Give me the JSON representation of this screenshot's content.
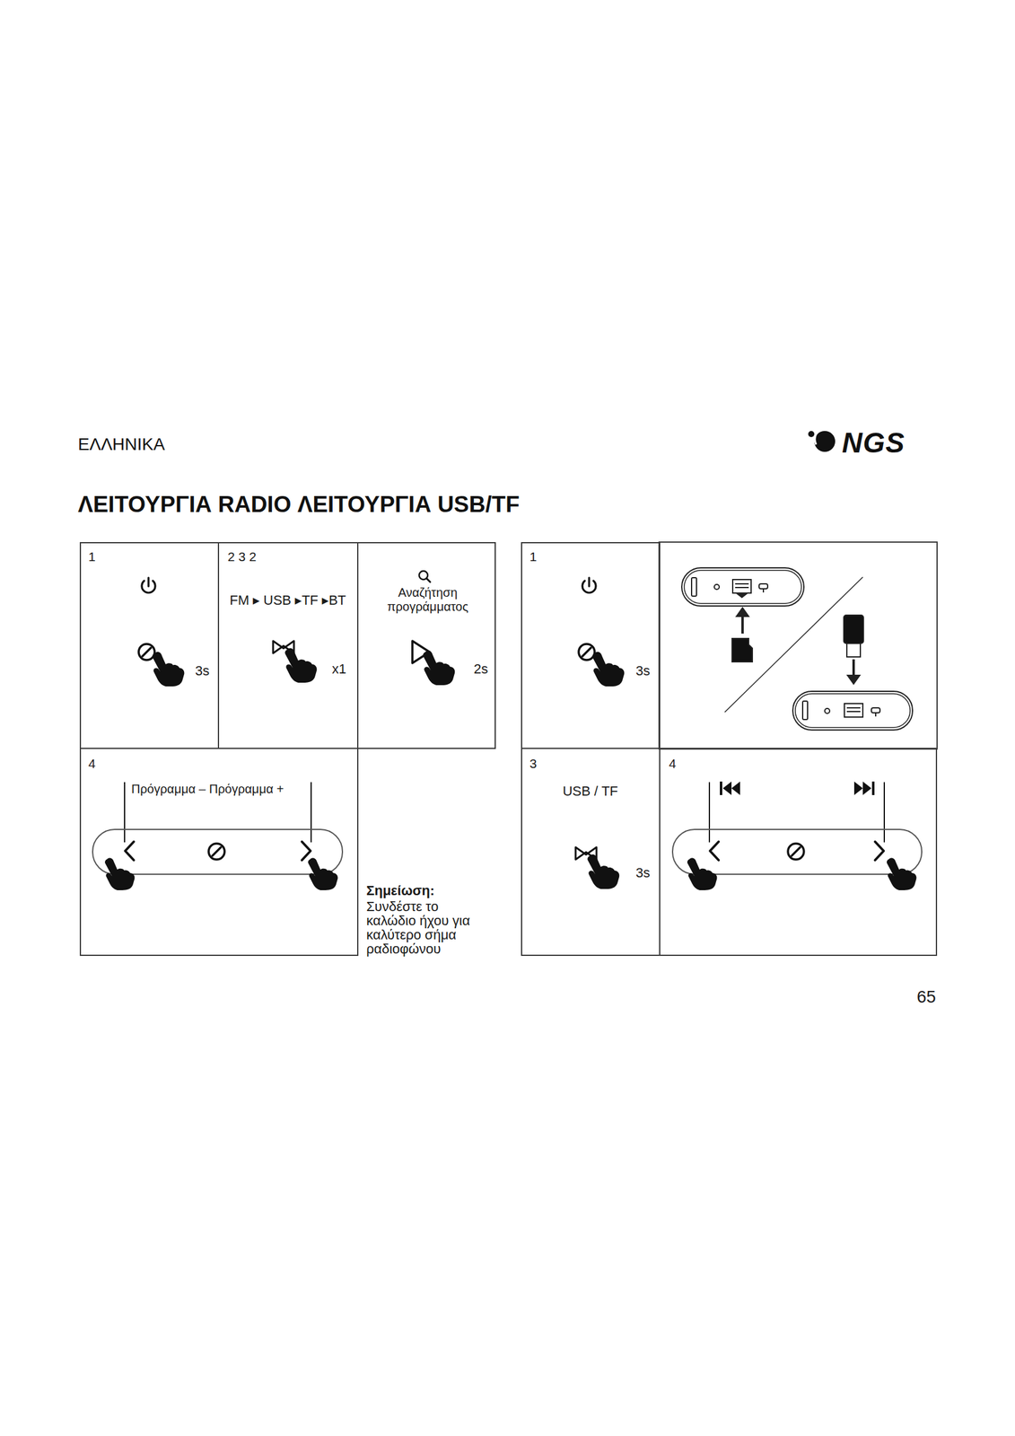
{
  "diagram": {
    "title": "ΛΕΙΤΟΥΡΓΙΑ RADIO ΛΕΙΤΟΥΡΓΙΑ USB/TF",
    "nodes": [
      {
        "text": [
          "1",
          "3s"
        ]
      },
      {
        "text": [
          "2 3 2",
          "FM ▸ USB ▸TF ▸BT",
          "x1"
        ]
      },
      {
        "text": [
          "Αναζήτηση προγράμματος",
          "2s"
        ]
      },
      {
        "text": [
          "4",
          "Πρόγραμμα – Πρόγραμμα +"
        ]
      },
      {
        "text": [
          "1",
          "3s"
        ]
      },
      {
        "text": [
          "3",
          "USB / TF",
          "3s"
        ]
      },
      {
        "text": [
          "4"
        ]
      }
    ],
    "labels": [
      "ΕΛΛΗΝΙΚΑ",
      "NGS",
      "Σημείωση:",
      "Συνδέστε το καλώδιο ήχου για καλύτερο σήμα ραδιοφώνου",
      "65"
    ]
  }
}
